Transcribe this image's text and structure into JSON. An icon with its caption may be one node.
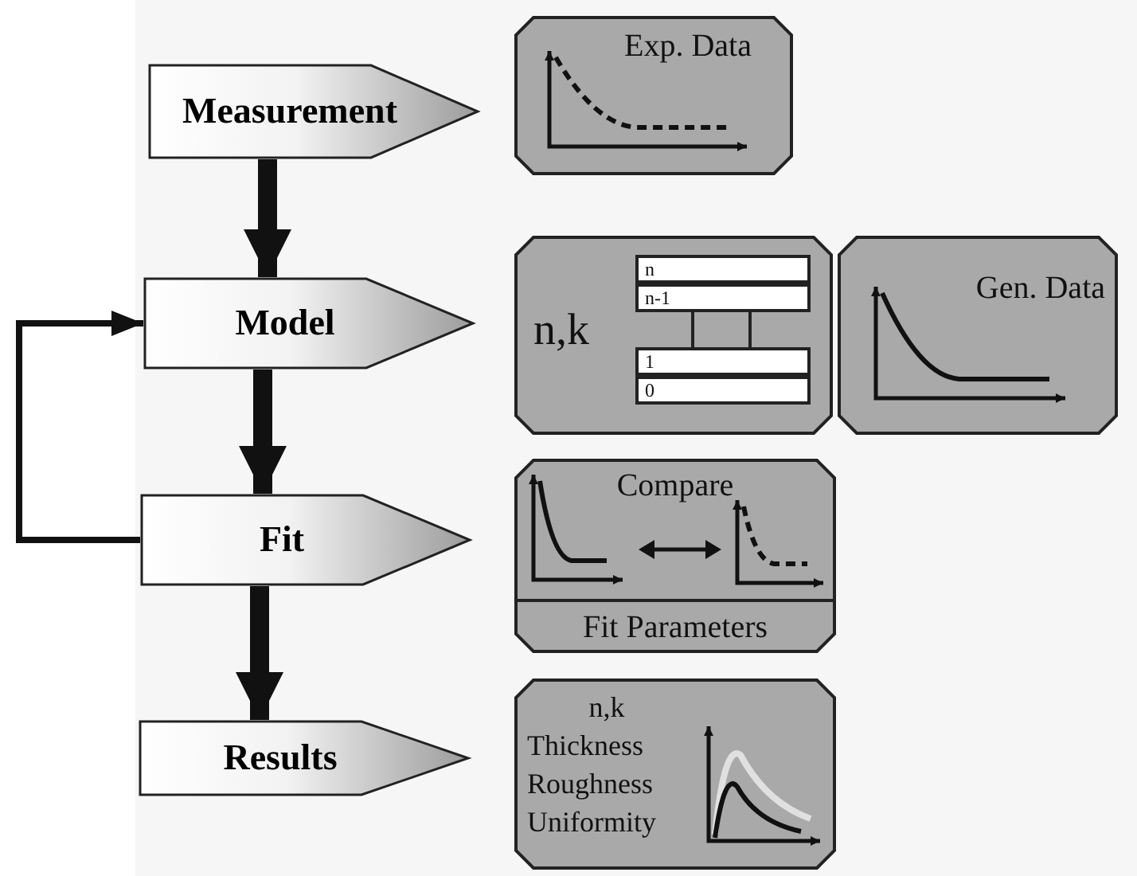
{
  "diagram": {
    "nodes": [
      {
        "text": [
          "Measurement"
        ]
      },
      {
        "text": [
          "Model"
        ]
      },
      {
        "text": [
          "Fit"
        ]
      },
      {
        "text": [
          "Results"
        ]
      },
      {
        "text": [
          "Exp. Data"
        ]
      },
      {
        "text": [
          "n,k",
          "n",
          "n-1",
          "1",
          "0"
        ]
      },
      {
        "text": [
          "Gen. Data"
        ]
      },
      {
        "text": [
          "Compare",
          "Fit Parameters"
        ]
      },
      {
        "text": [
          "n,k",
          "Thickness",
          "Roughness",
          "Uniformity"
        ]
      }
    ],
    "edges": [
      {
        "from": 0,
        "to": 1,
        "arrow": "to"
      },
      {
        "from": 1,
        "to": 2,
        "arrow": "to"
      },
      {
        "from": 2,
        "to": 3,
        "arrow": "to"
      },
      {
        "from": 2,
        "to": 1,
        "arrow": "to"
      }
    ]
  }
}
